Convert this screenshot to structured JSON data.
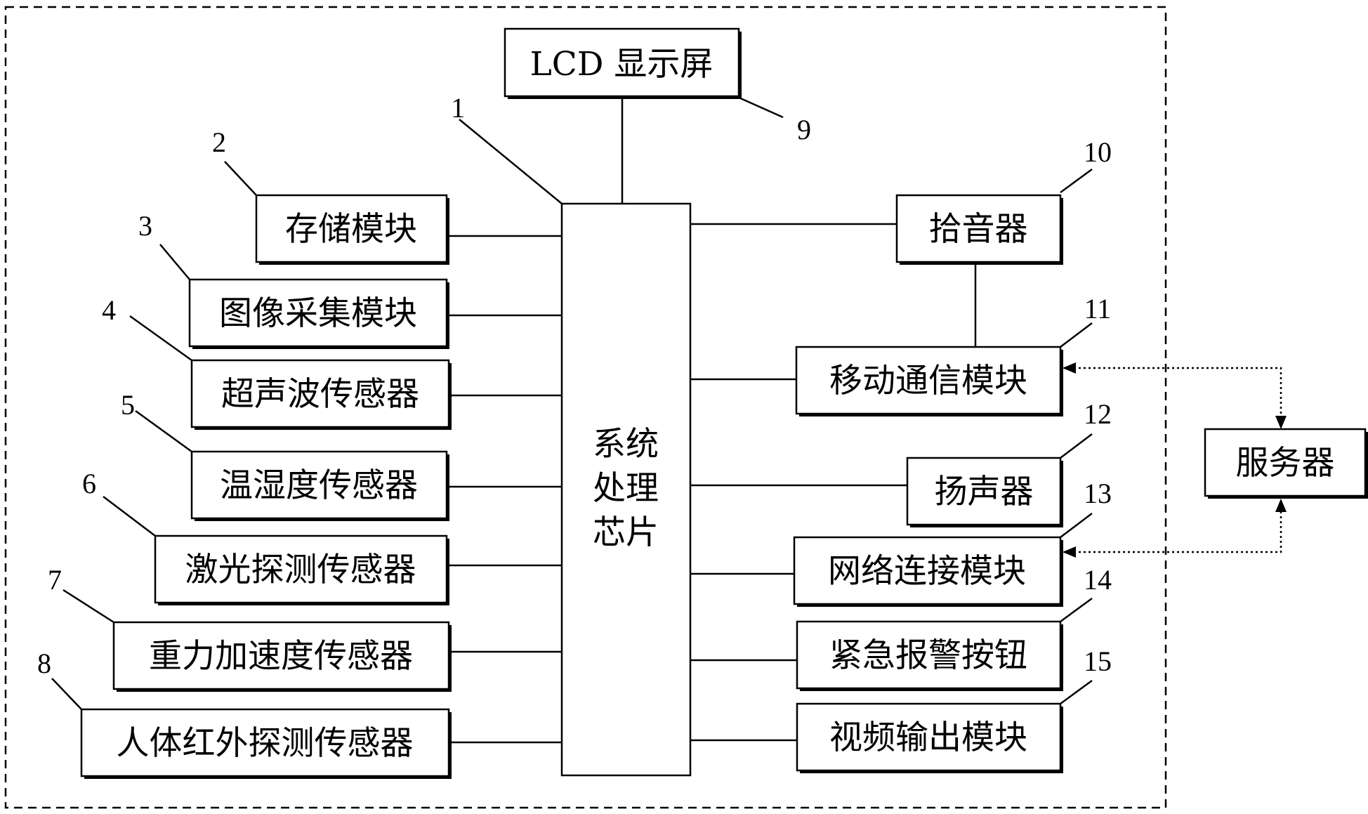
{
  "nodes": {
    "lcd": "LCD 显示屏",
    "chip_line1": "系统",
    "chip_line2": "处理",
    "chip_line3": "芯片",
    "storage": "存储模块",
    "image_capture": "图像采集模块",
    "ultrasonic": "超声波传感器",
    "temp_humidity": "温湿度传感器",
    "laser": "激光探测传感器",
    "gravity_accel": "重力加速度传感器",
    "infrared": "人体红外探测传感器",
    "pickup": "拾音器",
    "mobile_comm": "移动通信模块",
    "speaker": "扬声器",
    "network": "网络连接模块",
    "emergency": "紧急报警按钮",
    "video_out": "视频输出模块",
    "server": "服务器"
  },
  "labels": {
    "n1": "1",
    "n2": "2",
    "n3": "3",
    "n4": "4",
    "n5": "5",
    "n6": "6",
    "n7": "7",
    "n8": "8",
    "n9": "9",
    "n10": "10",
    "n11": "11",
    "n12": "12",
    "n13": "13",
    "n14": "14",
    "n15": "15"
  }
}
